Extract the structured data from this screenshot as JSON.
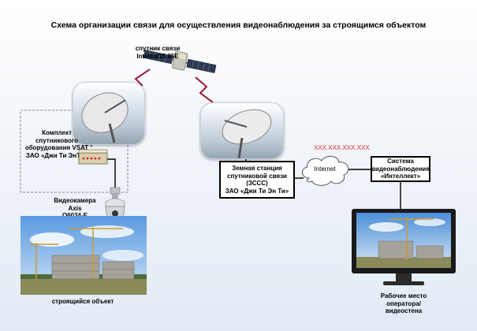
{
  "title": "Схема организации связи для осуществления видеонаблюдения за строящимся объектом",
  "satellite": {
    "label_line1": "спутник связи",
    "label_line2": "Intelsat15 85E"
  },
  "vsat_kit": {
    "line1": "Комплект",
    "line2": "спутникового",
    "line3": "оборудования VSAT",
    "line4": "ЗАО «Джи Ти ЭнТи»"
  },
  "camera": {
    "line1": "Видеокамера Axis",
    "line2": "Q6034-E"
  },
  "site": {
    "label": "строящийся объект"
  },
  "earth_station": {
    "line1": "Земная станция",
    "line2": "спутниковой связи",
    "line3": "(ЗССС)",
    "line4": "ЗАО «Джи Ти Эн Ти»"
  },
  "internet": {
    "label": "Internet"
  },
  "ip_address": "XXX.XXX.XXX.XXX",
  "video_system": {
    "line1": "Система",
    "line2": "видеонаблюдения",
    "line3": "«Интеллект»"
  },
  "workstation": {
    "line1": "Рабочее место",
    "line2": "оператора/",
    "line3": "видеостена"
  },
  "colors": {
    "link_red": "#9b1b30",
    "ip_red": "#e03030",
    "box_border": "#000000"
  }
}
